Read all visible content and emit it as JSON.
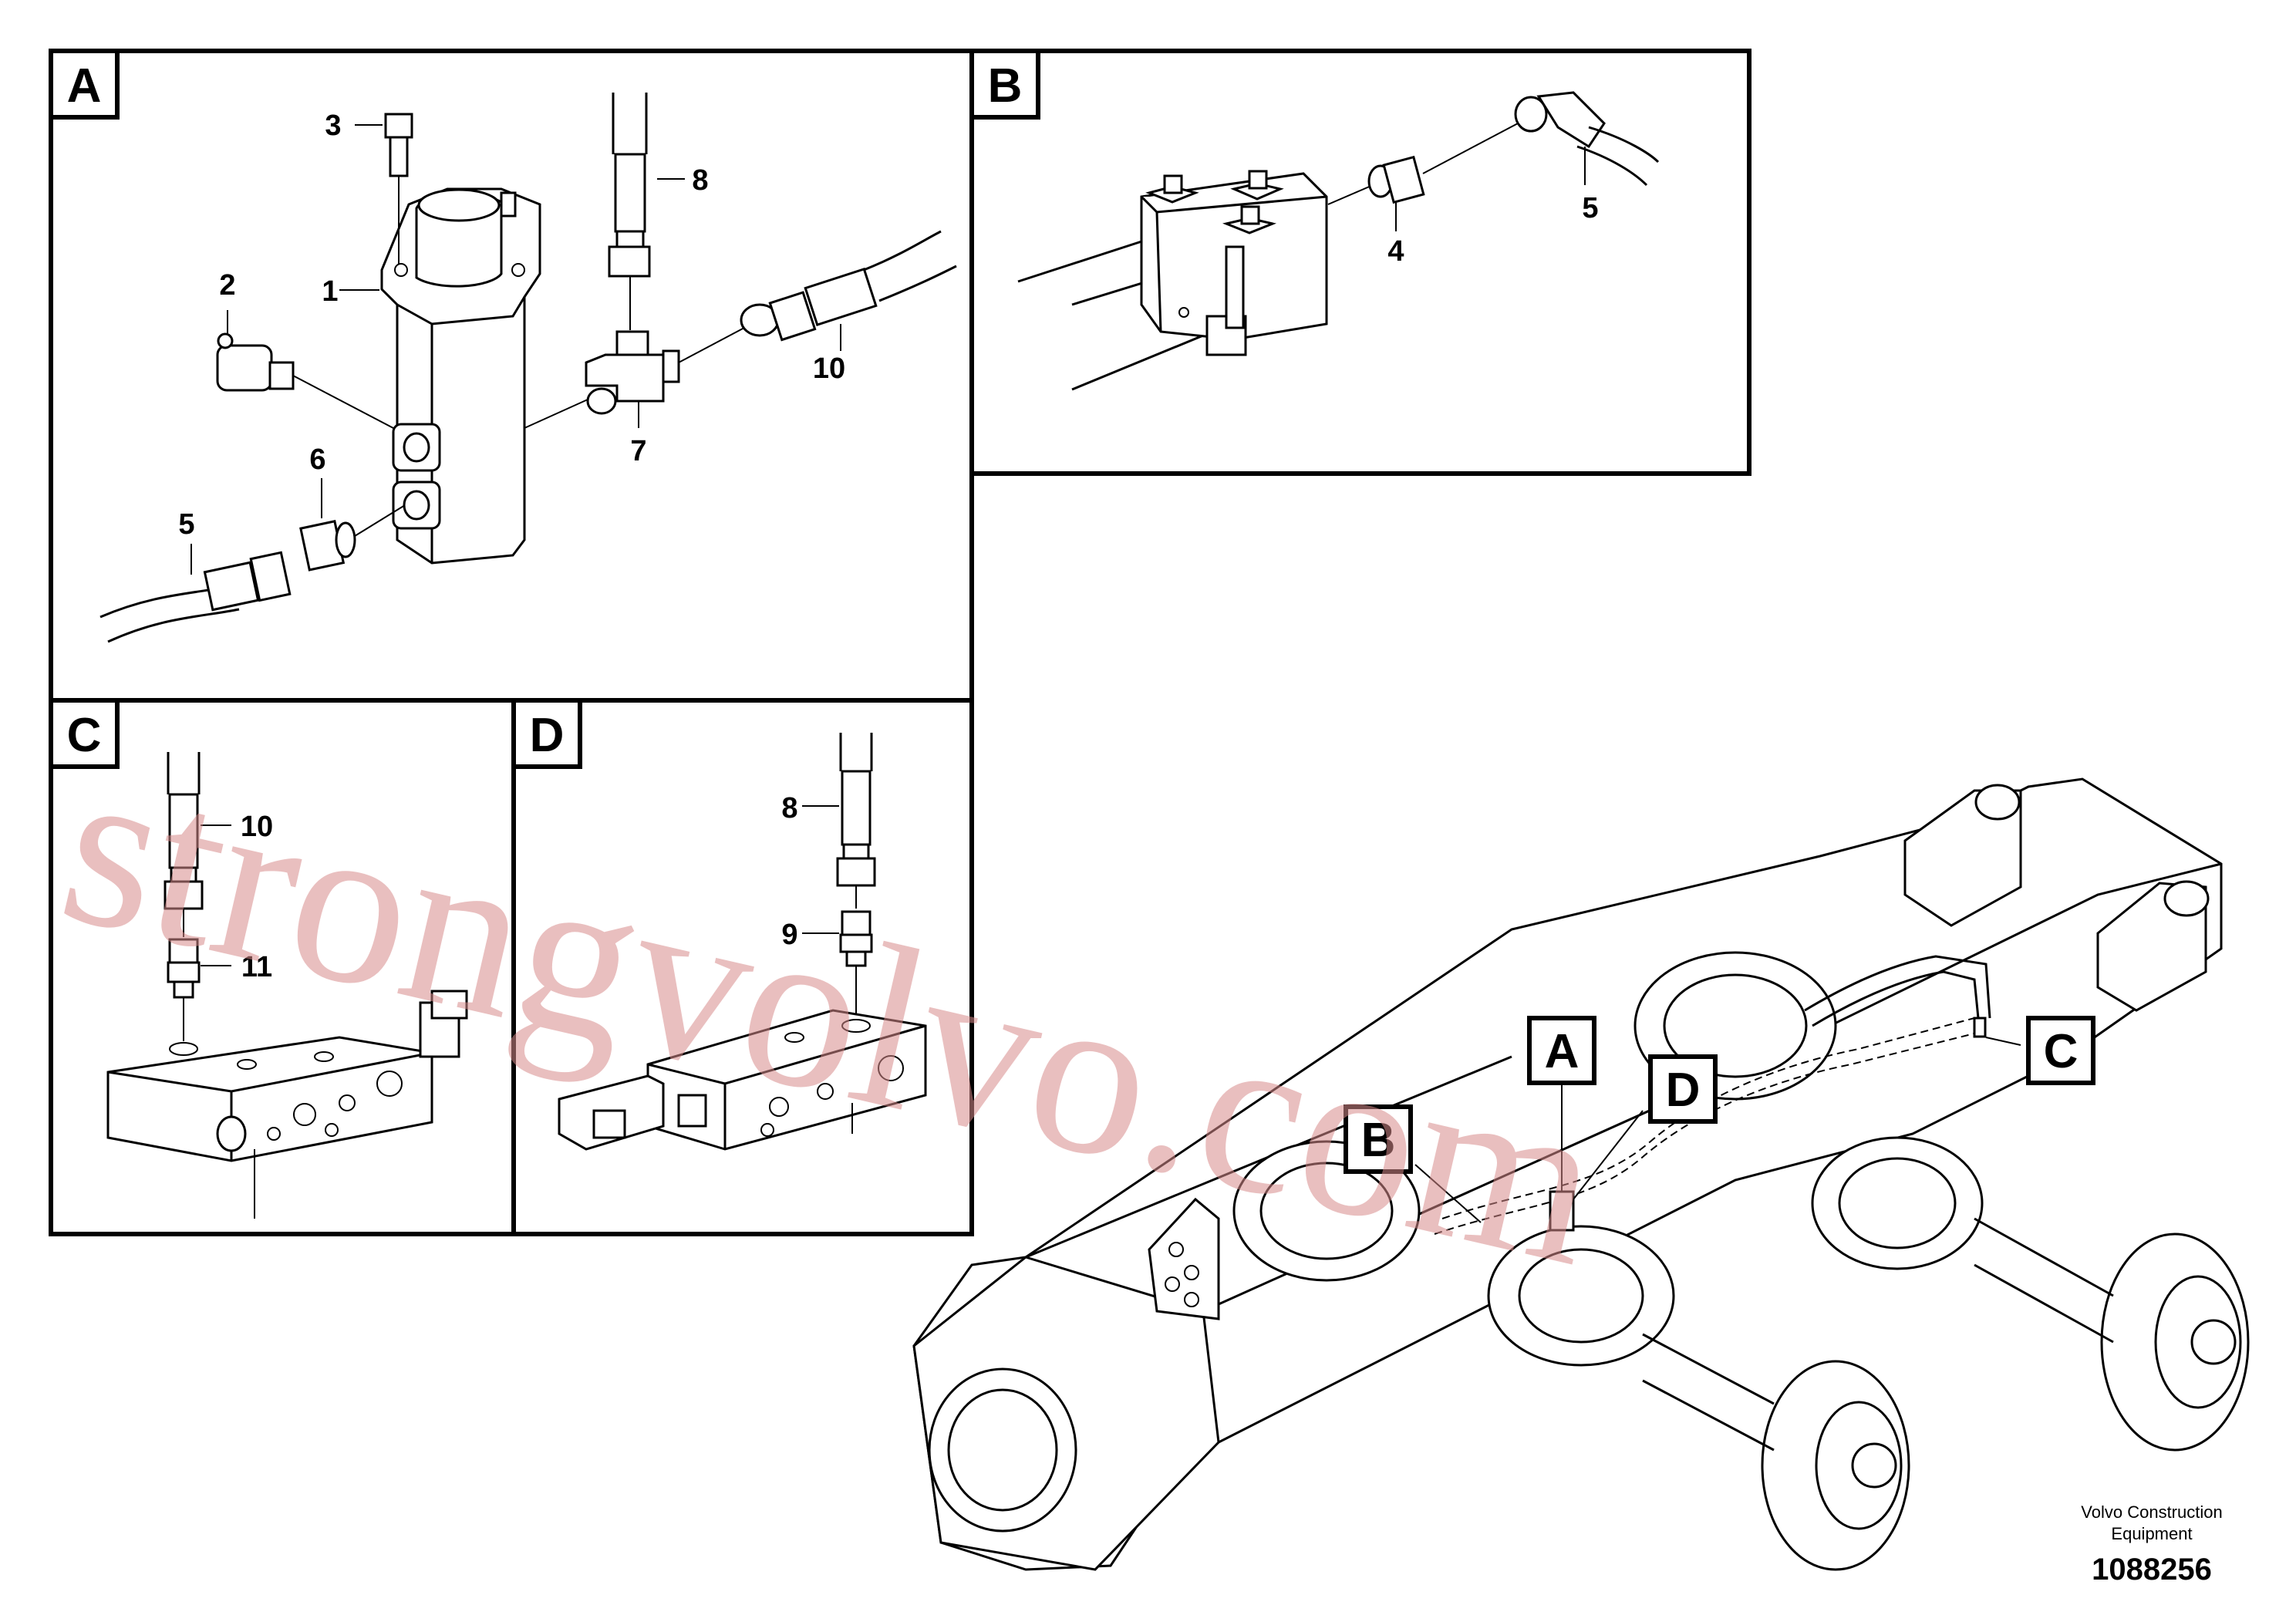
{
  "panels": {
    "A": {
      "tag": "A",
      "callouts": {
        "c1": "1",
        "c2": "2",
        "c3": "3",
        "c5": "5",
        "c6": "6",
        "c7": "7",
        "c8": "8",
        "c10": "10"
      }
    },
    "B": {
      "tag": "B",
      "callouts": {
        "c4": "4",
        "c5": "5"
      }
    },
    "C": {
      "tag": "C",
      "callouts": {
        "c10": "10",
        "c11": "11"
      }
    },
    "D": {
      "tag": "D",
      "callouts": {
        "c8": "8",
        "c9": "9"
      }
    }
  },
  "overview": {
    "tags": {
      "A": "A",
      "B": "B",
      "C": "C",
      "D": "D"
    }
  },
  "watermark": "strongvolvo.com",
  "footer": {
    "company_line1": "Volvo Construction",
    "company_line2": "Equipment",
    "drawing_number": "1088256"
  },
  "colors": {
    "line": "#000000",
    "watermark": "#d88b8b",
    "background": "#ffffff"
  }
}
